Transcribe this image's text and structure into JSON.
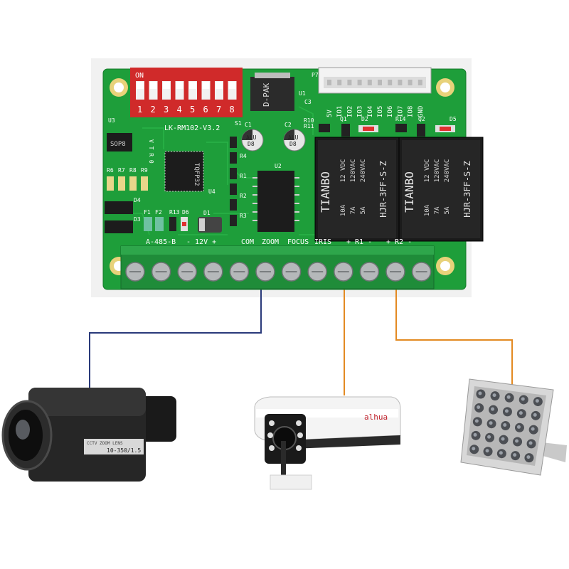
{
  "board": {
    "model": "LK-RM102-V3.2",
    "dip_switch": {
      "on_label": "ON",
      "numbers": [
        "1",
        "2",
        "3",
        "4",
        "5",
        "6",
        "7",
        "8"
      ],
      "color": "#d02a2a"
    },
    "chips": {
      "mcu": "TQFP32",
      "sop": "SOP8",
      "dpak": "D-PAK"
    },
    "capacitors": [
      {
        "top": "ALU",
        "bottom": "D8"
      },
      {
        "top": "ALU",
        "bottom": "D8"
      }
    ],
    "io_header": [
      "5V",
      "IO1",
      "IO2",
      "IO3",
      "IO4",
      "IO5",
      "IO6",
      "IO7",
      "IO8",
      "GND"
    ],
    "relays": [
      {
        "brand": "TIANBO",
        "specs": [
          "12 VDC",
          "120VAC",
          "240VAC",
          "10A",
          "7A",
          "5A"
        ],
        "model": "HJR-3FF-S-Z"
      },
      {
        "brand": "TIANBO",
        "specs": [
          "12 VDC",
          "120VAC",
          "240VAC",
          "10A",
          "7A",
          "5A"
        ],
        "model": "HJR-3FF-S-Z"
      }
    ],
    "ref_labels": {
      "u1": "U1",
      "u2": "U2",
      "u3": "U3",
      "u4": "U4",
      "c1": "C1",
      "c2": "C2",
      "c3": "C3",
      "s1": "S1",
      "p7": "P7",
      "d1": "D1",
      "d2": "D2",
      "d3": "D3",
      "d4": "D4",
      "d5": "D5",
      "d6": "D6",
      "r1": "R1",
      "r2": "R2",
      "r3": "R3",
      "r4": "R4",
      "r6": "R6",
      "r7": "R7",
      "r8": "R8",
      "r9": "R9",
      "r10": "R10",
      "r11": "R11",
      "r13": "R13",
      "r14": "R14",
      "q1": "Q1",
      "q2": "Q2",
      "f1": "F1",
      "f2": "F2",
      "vert_text": "V T R 0"
    },
    "terminal_labels": [
      "A-485-B",
      "- 12V +",
      "COM",
      "ZOOM",
      "FOCUS",
      "IRIS",
      "+ R1 -",
      "+ R2 -"
    ],
    "terminal_count": 12,
    "pcb_color": "#1e9e3a",
    "terminal_color": "#1f8c39"
  },
  "devices": {
    "lens": {
      "caption": "CCTV ZOOM LENS",
      "spec": "10-350/1.5"
    },
    "camera": {
      "brand": "alhua"
    },
    "floodlight": {}
  },
  "wires": [
    {
      "to": "lens",
      "color": "#2a3a7a"
    },
    {
      "to": "camera",
      "color": "#e38a22"
    },
    {
      "to": "floodlight",
      "color": "#e38a22"
    }
  ]
}
